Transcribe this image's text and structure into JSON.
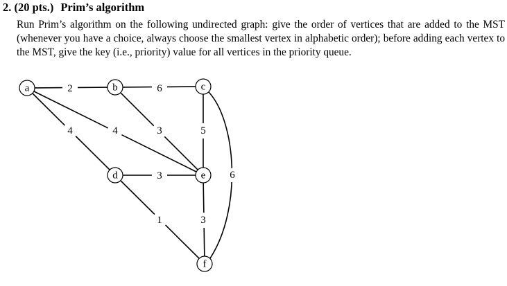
{
  "heading": {
    "number": "2. (20 pts.)",
    "title": "Prim’s algorithm"
  },
  "problem_text": "Run Prim’s algorithm on the following undirected graph: give the order of vertices that are added to the MST (whenever you have a choice, always choose the smallest vertex in alphabetic order); before adding each vertex to the MST, give the key (i.e., priority) value for all vertices in the priority queue.",
  "graph": {
    "nodes": [
      {
        "id": "a",
        "label": "a"
      },
      {
        "id": "b",
        "label": "b"
      },
      {
        "id": "c",
        "label": "c"
      },
      {
        "id": "d",
        "label": "d"
      },
      {
        "id": "e",
        "label": "e"
      },
      {
        "id": "f",
        "label": "f"
      }
    ],
    "edges": [
      {
        "from": "a",
        "to": "b",
        "weight": "2"
      },
      {
        "from": "b",
        "to": "c",
        "weight": "6"
      },
      {
        "from": "a",
        "to": "d",
        "weight": "4"
      },
      {
        "from": "a",
        "to": "e",
        "weight": "4"
      },
      {
        "from": "b",
        "to": "e",
        "weight": "3"
      },
      {
        "from": "c",
        "to": "e",
        "weight": "5"
      },
      {
        "from": "d",
        "to": "e",
        "weight": "3"
      },
      {
        "from": "d",
        "to": "f",
        "weight": "1"
      },
      {
        "from": "e",
        "to": "f",
        "weight": "3"
      },
      {
        "from": "c",
        "to": "f",
        "weight": "6"
      }
    ]
  }
}
